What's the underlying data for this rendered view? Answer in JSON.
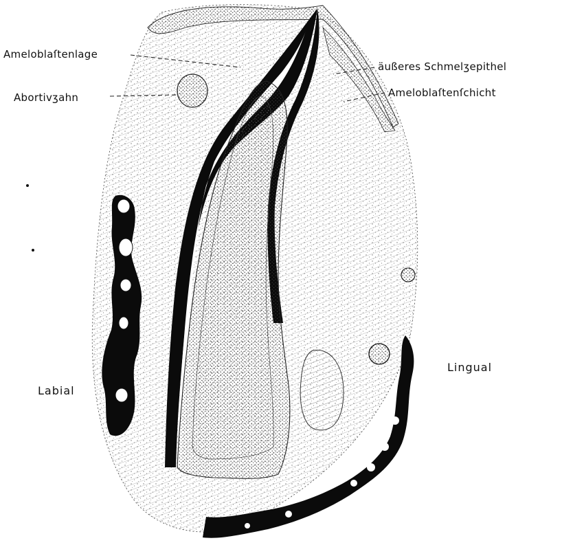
{
  "labels": {
    "ameloblastenlage": "Ameloblaſtenlage",
    "abortivzahn": "Abortivʒahn",
    "aeusseres_schmelzepithel": "äußeres Schmelʒepithel",
    "ameloblastenschicht": "Ameloblaſtenſchicht",
    "labial": "Labial",
    "lingual": "Lingual"
  },
  "colors": {
    "ink": "#0b0b0b",
    "paper": "#ffffff",
    "stipple": "#555555"
  }
}
